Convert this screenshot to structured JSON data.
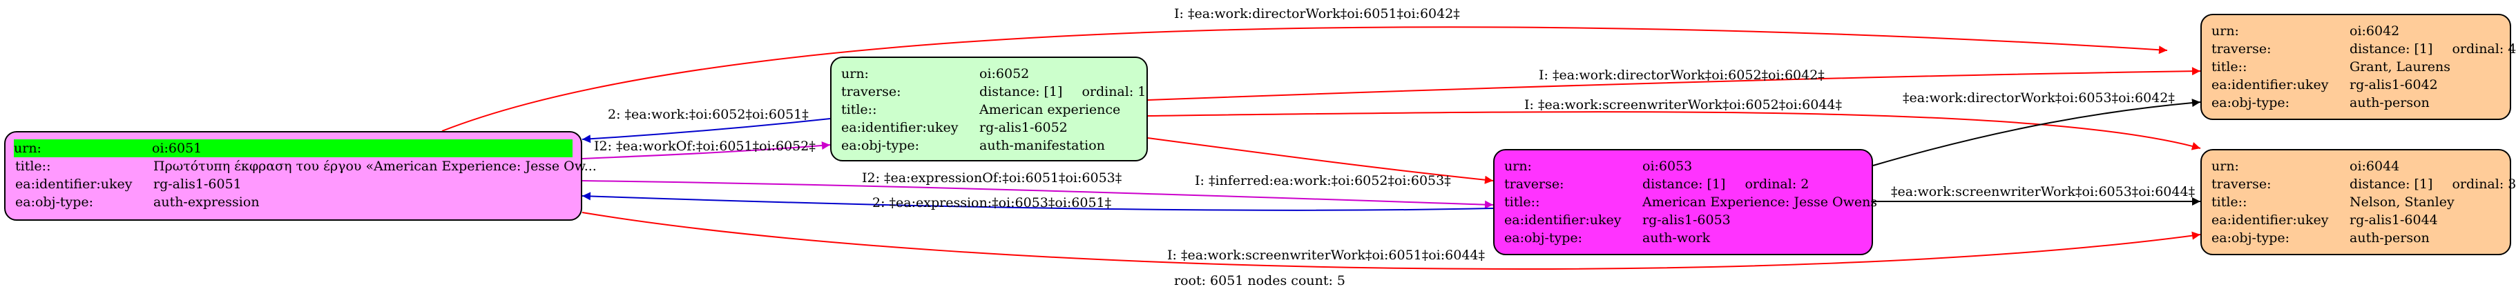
{
  "nodes": {
    "n6051": {
      "color": "#ff99ff",
      "rows": [
        {
          "k": "urn:",
          "v": "oi:6051",
          "highlight": true
        },
        {
          "k": "title::",
          "v": "Πρωτότυπη έκφραση του έργου «American Experience: Jesse Ow..."
        },
        {
          "k": "ea:identifier:ukey",
          "v": "rg-alis1-6051"
        },
        {
          "k": "ea:obj-type:",
          "v": "auth-expression"
        }
      ]
    },
    "n6052": {
      "color": "#ccffcc",
      "rows": [
        {
          "k": "urn:",
          "v": "oi:6052"
        },
        {
          "k": "traverse:",
          "v": "distance: [1]",
          "sub": "ordinal: 1"
        },
        {
          "k": "title::",
          "v": "American experience"
        },
        {
          "k": "ea:identifier:ukey",
          "v": "rg-alis1-6052"
        },
        {
          "k": "ea:obj-type:",
          "v": "auth-manifestation"
        }
      ]
    },
    "n6053": {
      "color": "#ff33ff",
      "rows": [
        {
          "k": "urn:",
          "v": "oi:6053"
        },
        {
          "k": "traverse:",
          "v": "distance: [1]",
          "sub": "ordinal: 2"
        },
        {
          "k": "title::",
          "v": "American Experience: Jesse Owens"
        },
        {
          "k": "ea:identifier:ukey",
          "v": "rg-alis1-6053"
        },
        {
          "k": "ea:obj-type:",
          "v": "auth-work"
        }
      ]
    },
    "n6042": {
      "color": "#ffcc99",
      "rows": [
        {
          "k": "urn:",
          "v": "oi:6042"
        },
        {
          "k": "traverse:",
          "v": "distance: [1]",
          "sub": "ordinal: 4"
        },
        {
          "k": "title::",
          "v": "Grant, Laurens"
        },
        {
          "k": "ea:identifier:ukey",
          "v": "rg-alis1-6042"
        },
        {
          "k": "ea:obj-type:",
          "v": "auth-person"
        }
      ]
    },
    "n6044": {
      "color": "#ffcc99",
      "rows": [
        {
          "k": "urn:",
          "v": "oi:6044"
        },
        {
          "k": "traverse:",
          "v": "distance: [1]",
          "sub": "ordinal: 3"
        },
        {
          "k": "title::",
          "v": "Nelson, Stanley"
        },
        {
          "k": "ea:identifier:ukey",
          "v": "rg-alis1-6044"
        },
        {
          "k": "ea:obj-type:",
          "v": "auth-person"
        }
      ]
    }
  },
  "edges": [
    {
      "label": "I: ‡ea:work:directorWork‡oi:6051‡oi:6042‡",
      "color": "#ff0000"
    },
    {
      "label": "2: ‡ea:work:‡oi:6052‡oi:6051‡",
      "color": "#0000cc"
    },
    {
      "label": "I2: ‡ea:workOf:‡oi:6051‡oi:6052‡",
      "color": "#cc00cc"
    },
    {
      "label": "I: ‡ea:work:directorWork‡oi:6052‡oi:6042‡",
      "color": "#ff0000"
    },
    {
      "label": "I: ‡ea:work:screenwriterWork‡oi:6052‡oi:6044‡",
      "color": "#ff0000"
    },
    {
      "label": "I: ‡inferred:ea:work:‡oi:6052‡oi:6053‡",
      "color": "#ff0000"
    },
    {
      "label": "I2: ‡ea:expressionOf:‡oi:6051‡oi:6053‡",
      "color": "#cc00cc"
    },
    {
      "label": "2: ‡ea:expression:‡oi:6053‡oi:6051‡",
      "color": "#0000cc"
    },
    {
      "label": "‡ea:work:directorWork‡oi:6053‡oi:6042‡",
      "color": "#000000"
    },
    {
      "label": "‡ea:work:screenwriterWork‡oi:6053‡oi:6044‡",
      "color": "#000000"
    },
    {
      "label": "I: ‡ea:work:screenwriterWork‡oi:6051‡oi:6044‡",
      "color": "#ff0000"
    }
  ],
  "footer": "root: 6051 nodes count: 5"
}
